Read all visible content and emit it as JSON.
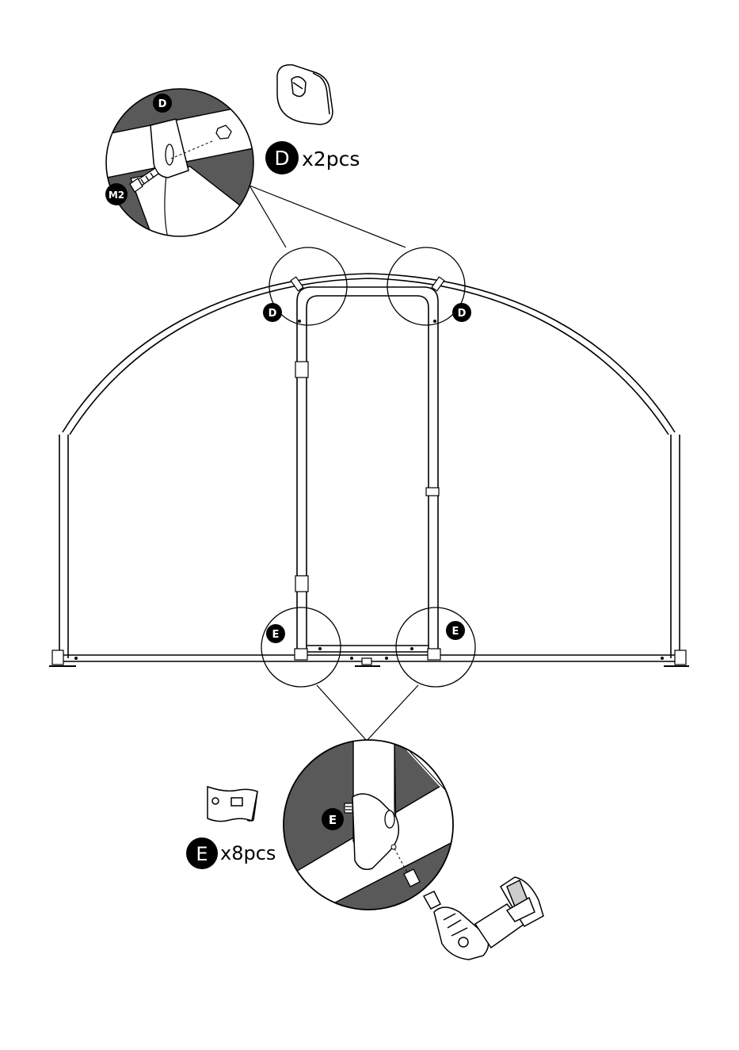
{
  "parts": {
    "d": {
      "letter": "D",
      "quantity": "x2pcs",
      "callout": "D",
      "icon": "bracket-d-icon"
    },
    "e": {
      "letter": "E",
      "quantity": "x8pcs",
      "callout": "E",
      "icon": "clip-e-icon"
    }
  },
  "bolt_label": "M2",
  "tool_icon": "cordless-drill-icon",
  "colors": {
    "line": "#000000",
    "fill_dark": "#555555",
    "background": "#ffffff"
  }
}
